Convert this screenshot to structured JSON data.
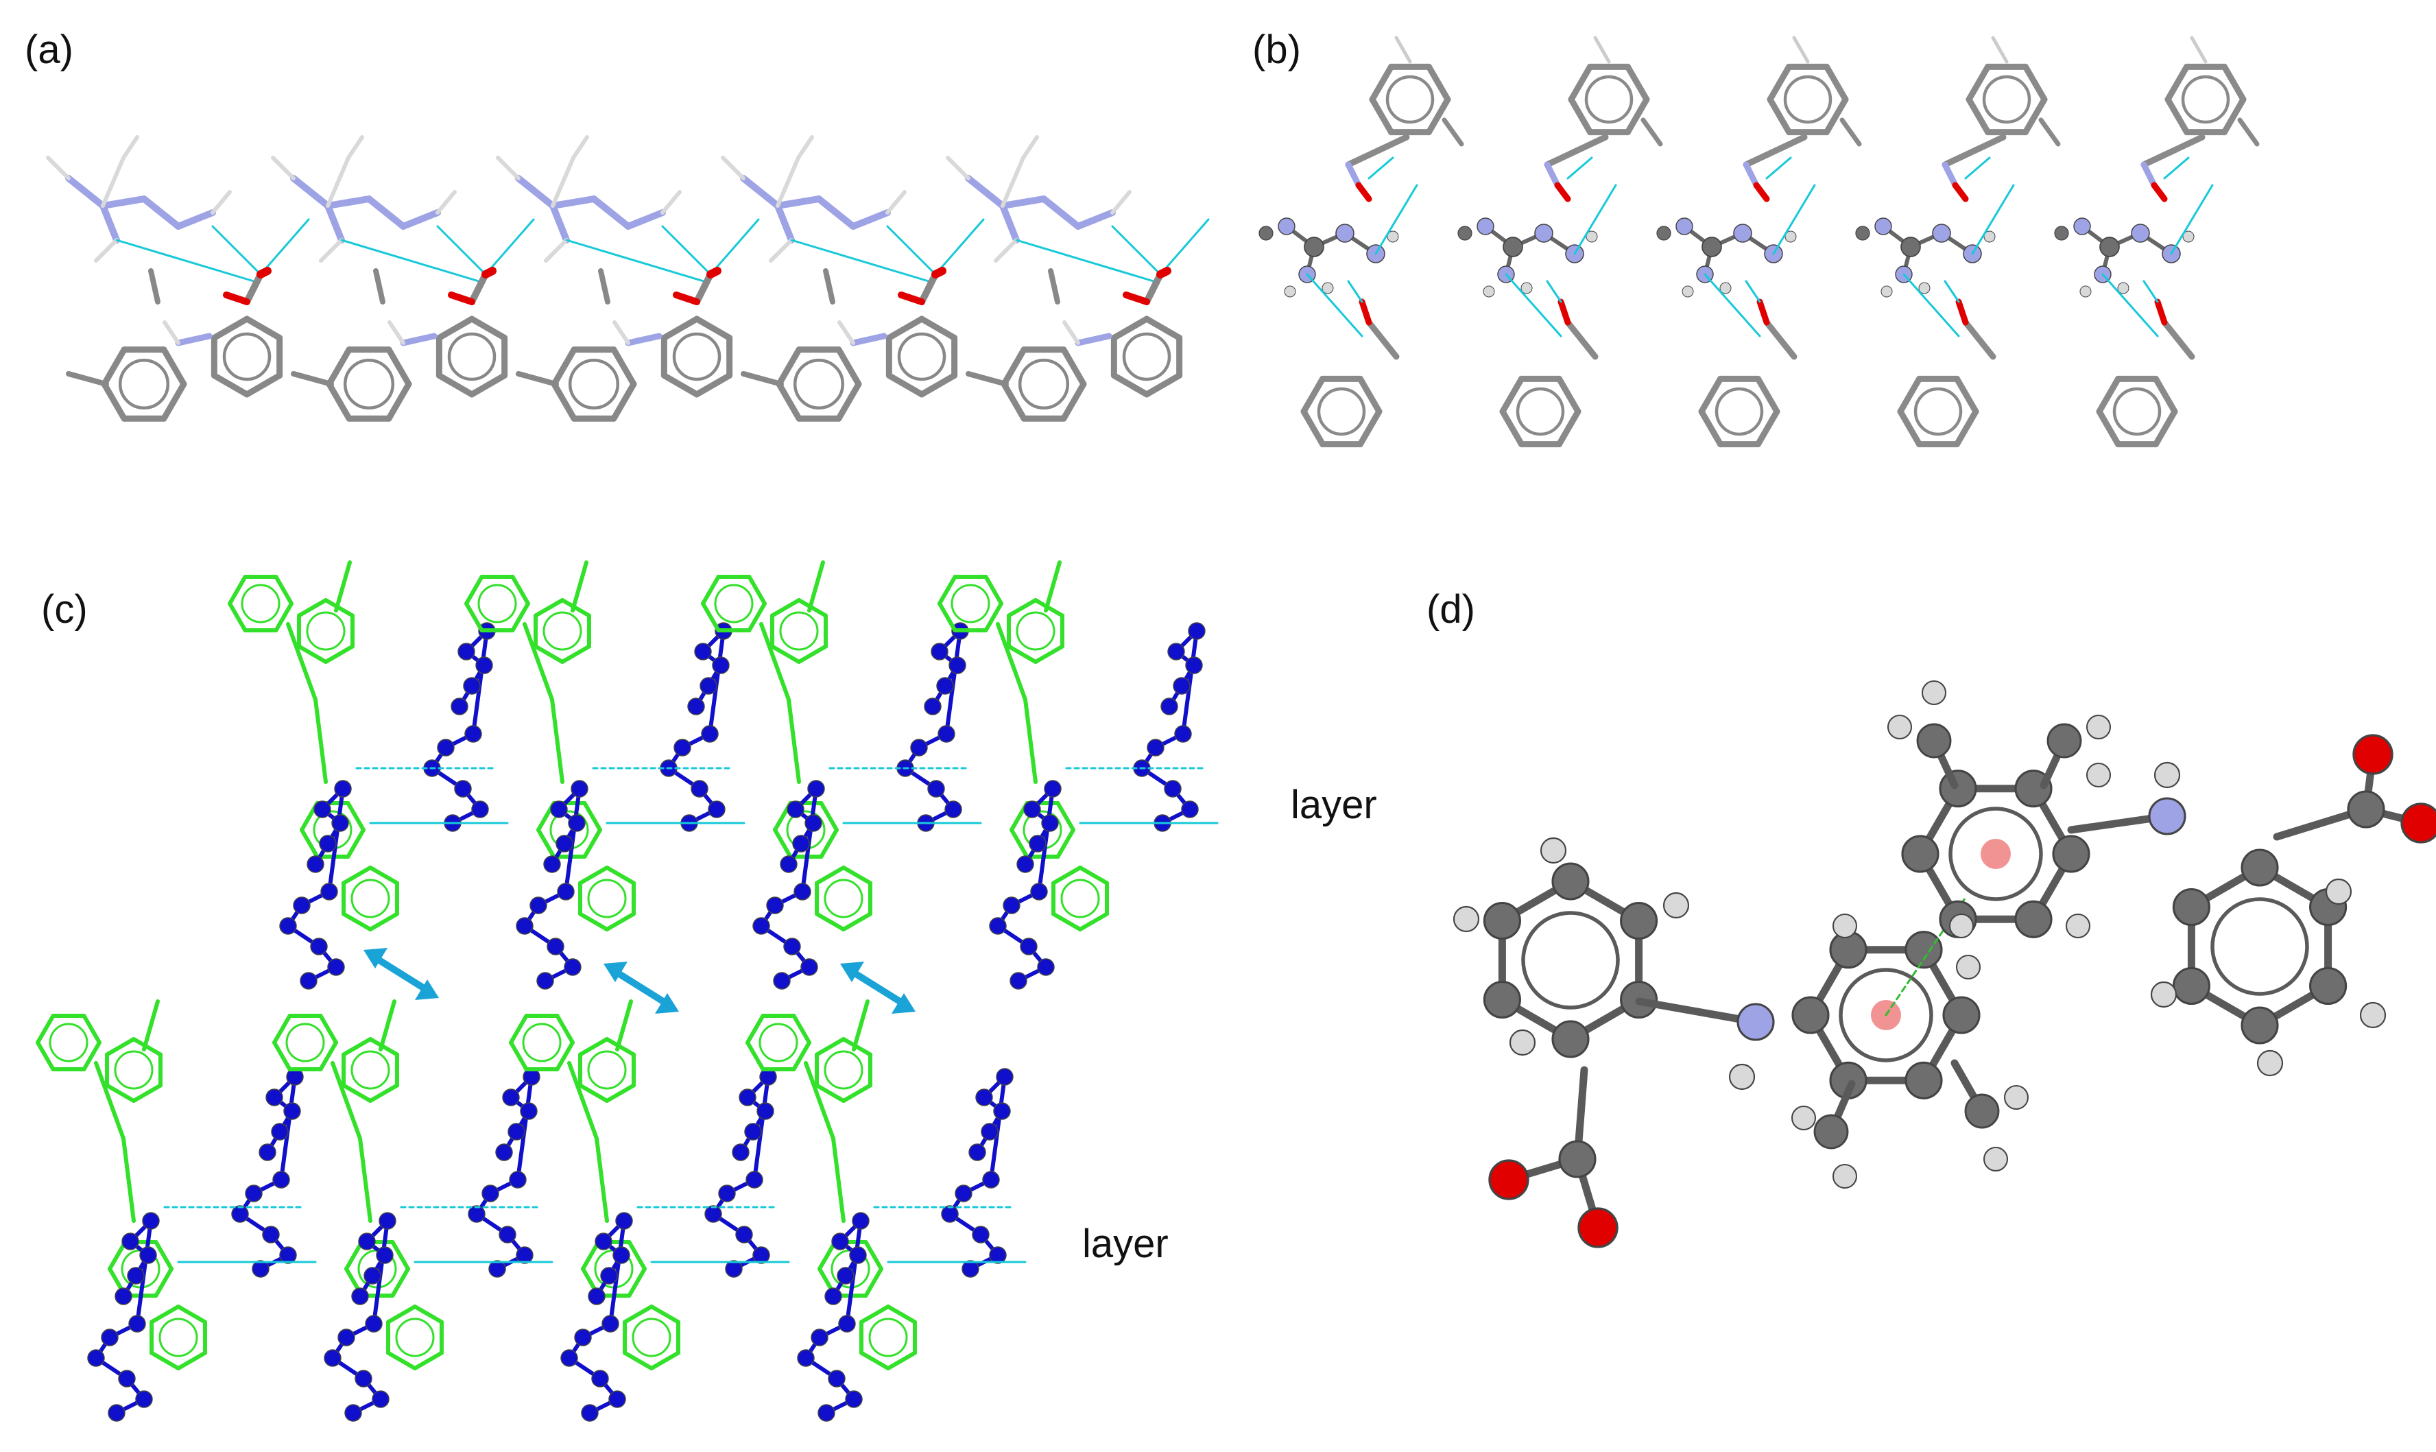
{
  "panels": [
    {
      "id": "a",
      "label": "(a)"
    },
    {
      "id": "b",
      "label": "(b)"
    },
    {
      "id": "c",
      "label": "(c)",
      "annotations": [
        "layer",
        "layer"
      ]
    },
    {
      "id": "d",
      "label": "(d)"
    }
  ],
  "colors": {
    "carbon": "#7a7a7a",
    "hydrogen": "#d9d9d9",
    "nitrogen": "#9ea3e6",
    "oxygen": "#e00000",
    "hbond": "#17c9d9",
    "layer_green": "#33e02a",
    "layer_blue": "#1010cc",
    "arrow": "#1aa3d6",
    "centroid": "#f08080",
    "pi_contact": "#33bb33"
  },
  "icons": [
    "double-headed-arrow-icon"
  ]
}
